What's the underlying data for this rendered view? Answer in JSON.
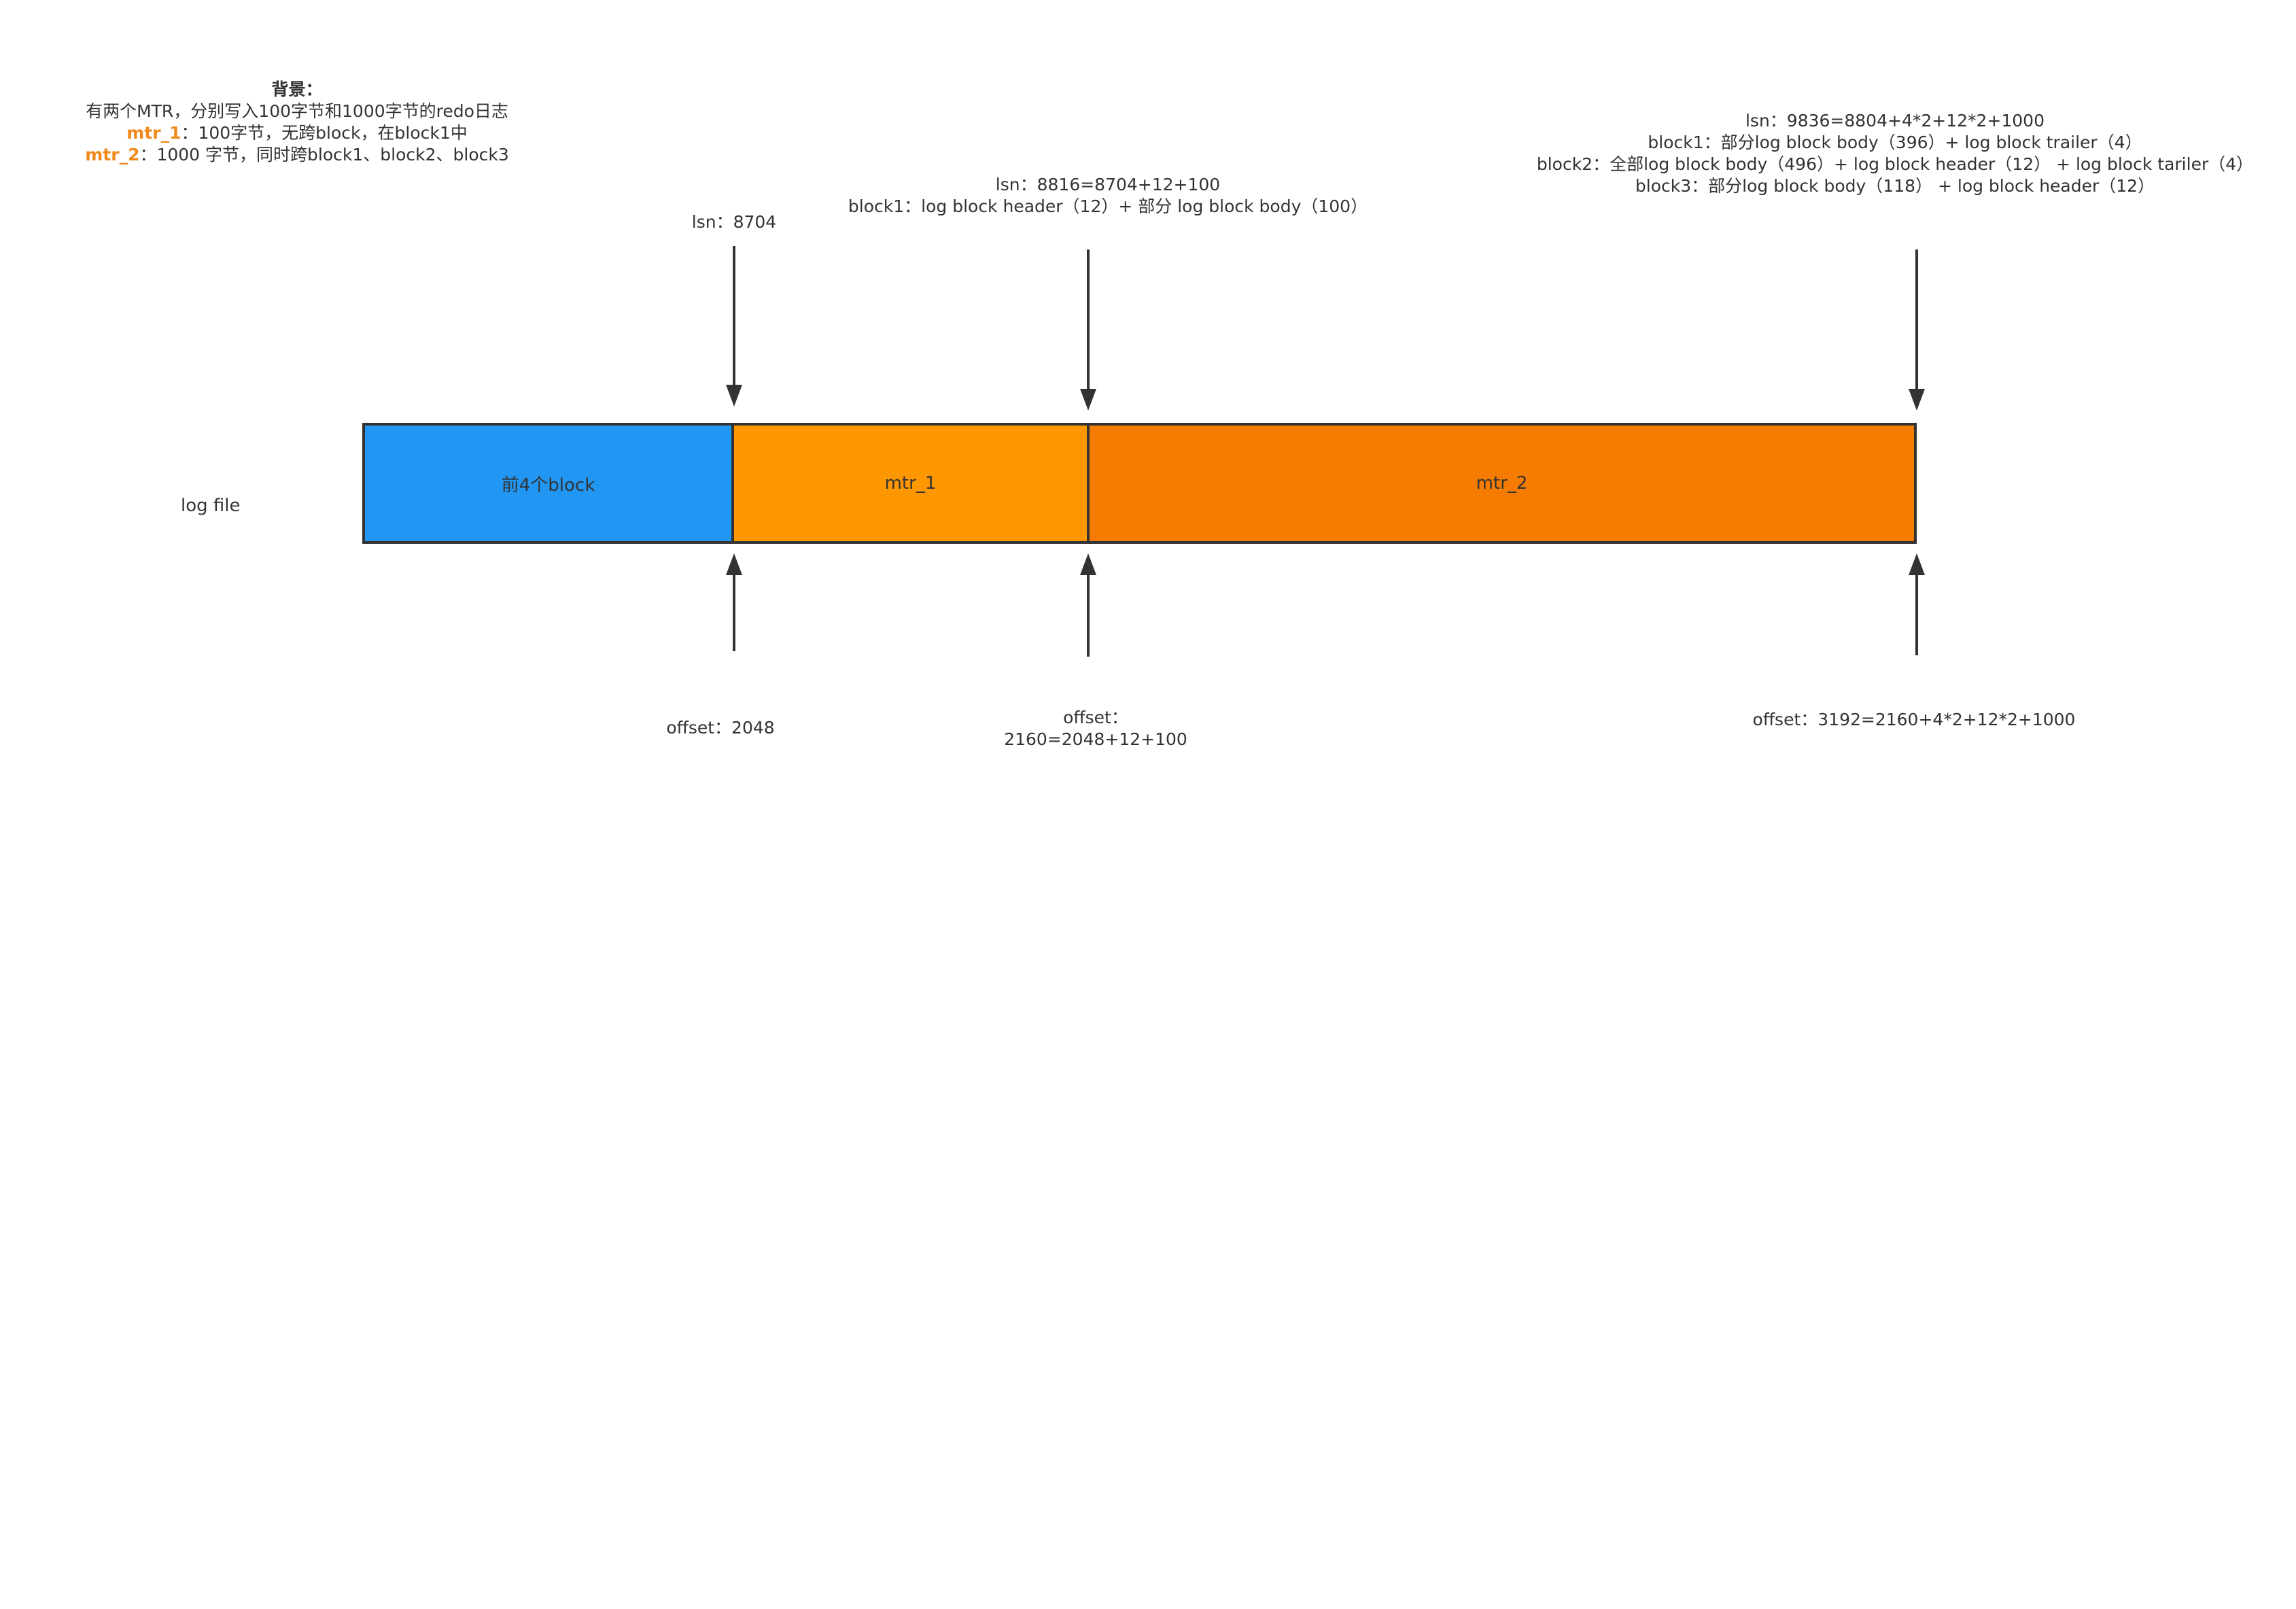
{
  "background": {
    "title": "背景：",
    "line1": "有两个MTR，分别写入100字节和1000字节的redo日志",
    "mtr1_label": "mtr_1",
    "mtr1_text": "：100字节，无跨block，在block1中",
    "mtr2_label": "mtr_2",
    "mtr2_text": "：1000 字节，同时跨block1、block2、block3"
  },
  "row_label": "log file",
  "segments": [
    {
      "label": "前4个block",
      "color": "#2196f3"
    },
    {
      "label": "mtr_1",
      "color": "#ff9800"
    },
    {
      "label": "mtr_2",
      "color": "#f57c00"
    }
  ],
  "lsn": {
    "a": "lsn：8704",
    "b1": "lsn：8816=8704+12+100",
    "b2": "block1：log block header（12）+ 部分 log block body（100）",
    "c1": "lsn：9836=8804+4*2+12*2+1000",
    "c2": "block1：部分log block body（396）+ log block trailer（4）",
    "c3": "block2：全部log block body（496）+ log block header（12） + log block tariler（4）",
    "c4": "block3：部分log block body（118）  + log block header（12）"
  },
  "offset": {
    "a": "offset：2048",
    "b1": "offset：",
    "b2": "2160=2048+12+100",
    "c": "offset：3192=2160+4*2+12*2+1000"
  },
  "colors": {
    "stroke": "#333333",
    "mtr_label": "#f08a1c"
  }
}
